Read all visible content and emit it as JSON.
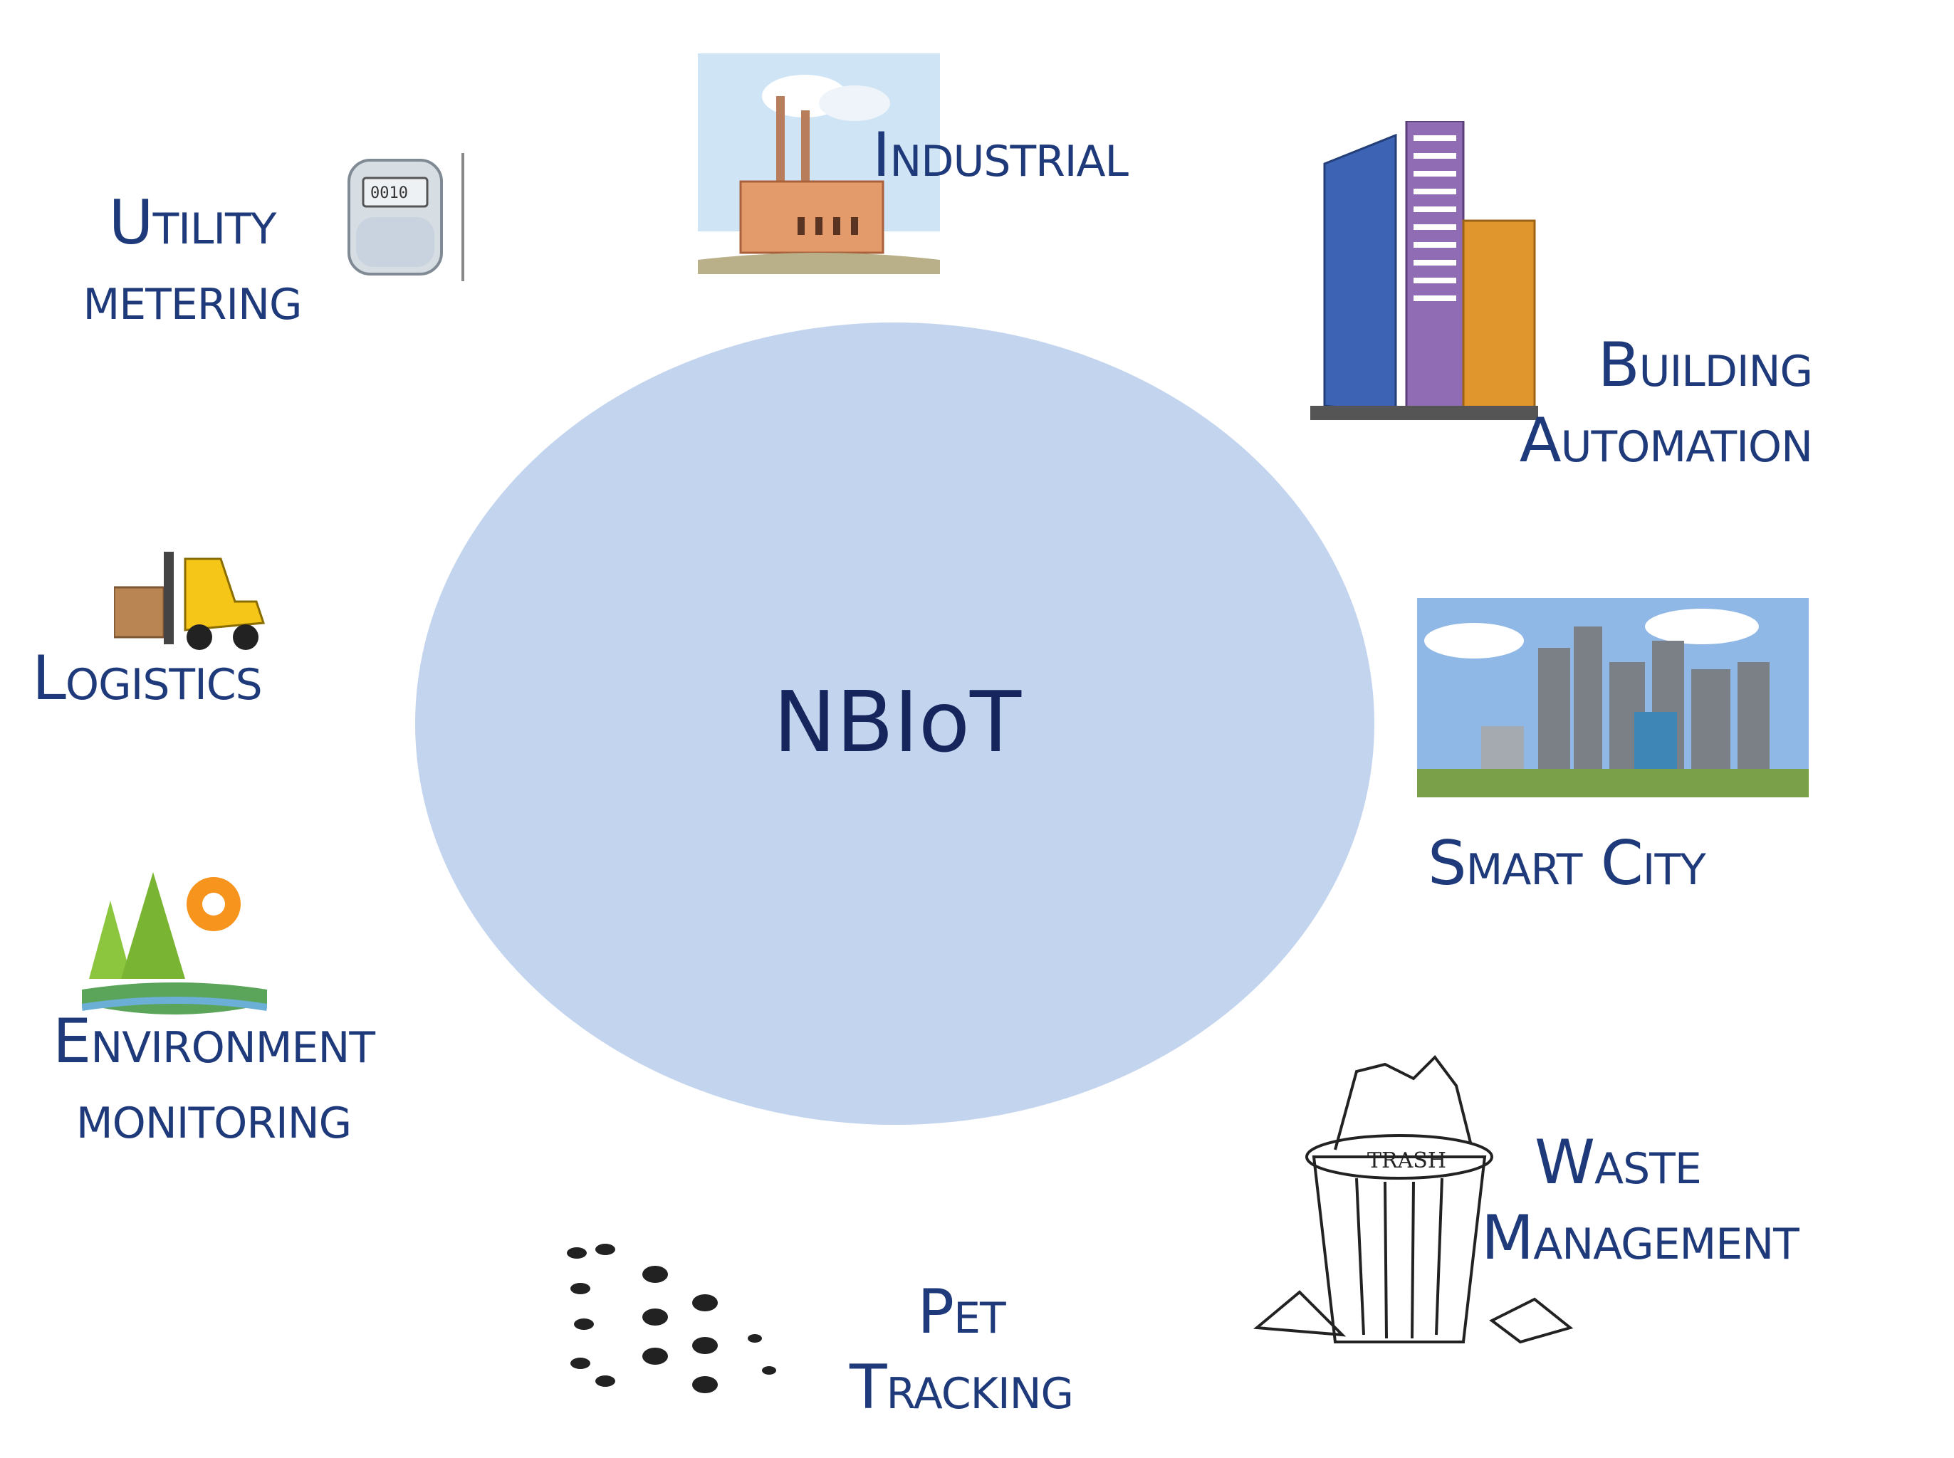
{
  "center": {
    "label": "NBIoT"
  },
  "applications": {
    "utility_metering": {
      "line1": "Utility",
      "line2": "metering",
      "icon": "gas-meter-icon"
    },
    "industrial": {
      "line1": "Industrial",
      "icon": "factory-icon"
    },
    "building_automation": {
      "line1": "Building",
      "line2": "Automation",
      "icon": "buildings-icon"
    },
    "logistics": {
      "line1": "Logistics",
      "icon": "forklift-icon"
    },
    "smart_city": {
      "line1": "Smart City",
      "icon": "city-skyline-icon"
    },
    "environment_monitoring": {
      "line1": "Environment",
      "line2": "monitoring",
      "icon": "trees-gear-icon"
    },
    "waste_management": {
      "line1": "Waste",
      "line2": "Management",
      "icon": "trash-can-icon"
    },
    "pet_tracking": {
      "line1": "Pet",
      "line2": "Tracking",
      "icon": "paw-prints-icon"
    }
  },
  "colors": {
    "text": "#1f3a7a",
    "center_fill": "#c3d4ee",
    "center_text": "#16265c"
  }
}
